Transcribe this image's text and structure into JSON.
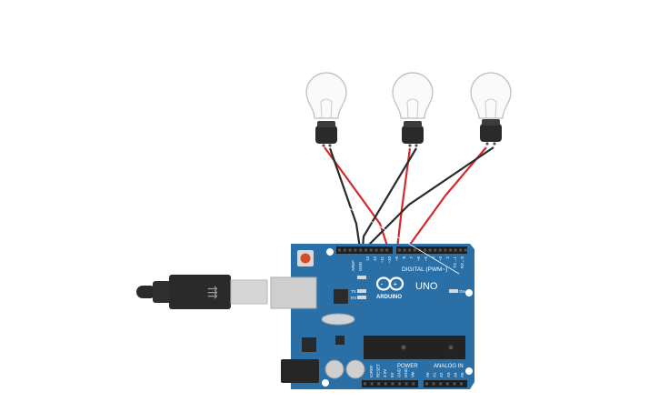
{
  "circuit": {
    "board": {
      "model_label": "UNO",
      "brand_label": "ARDUINO",
      "digital_header_label": "DIGITAL (PWM~)",
      "power_header_label": "POWER",
      "analog_header_label": "ANALOG IN",
      "on_led_label": "ON",
      "tx_label": "TX",
      "rx_label": "RX",
      "aref_label": "AREF",
      "gnd_label": "GND",
      "digital_pin_labels": [
        "13",
        "12",
        "~11",
        "~10",
        "~9",
        "8",
        "7",
        "~6",
        "~5",
        "4",
        "~3",
        "2",
        "TX→1",
        "RX←0"
      ],
      "power_pin_labels": [
        "IOREF",
        "RESET",
        "3.3V",
        "5V",
        "GND",
        "GND",
        "Vin"
      ],
      "analog_pin_labels": [
        "A0",
        "A1",
        "A2",
        "A3",
        "A4",
        "A5"
      ]
    },
    "bulbs": [
      {
        "id": "bulb-1",
        "red_pin": "~10",
        "black_pin": "GND"
      },
      {
        "id": "bulb-2",
        "red_pin": "~9",
        "black_pin": "GND"
      },
      {
        "id": "bulb-3",
        "red_pin": "8",
        "black_pin": "GND"
      }
    ],
    "wire_colors": {
      "signal": "#d42a2a",
      "ground": "#2b2b2b"
    },
    "board_color": "#2a6fa5",
    "usb_cable_color": "#2a2a2a"
  }
}
